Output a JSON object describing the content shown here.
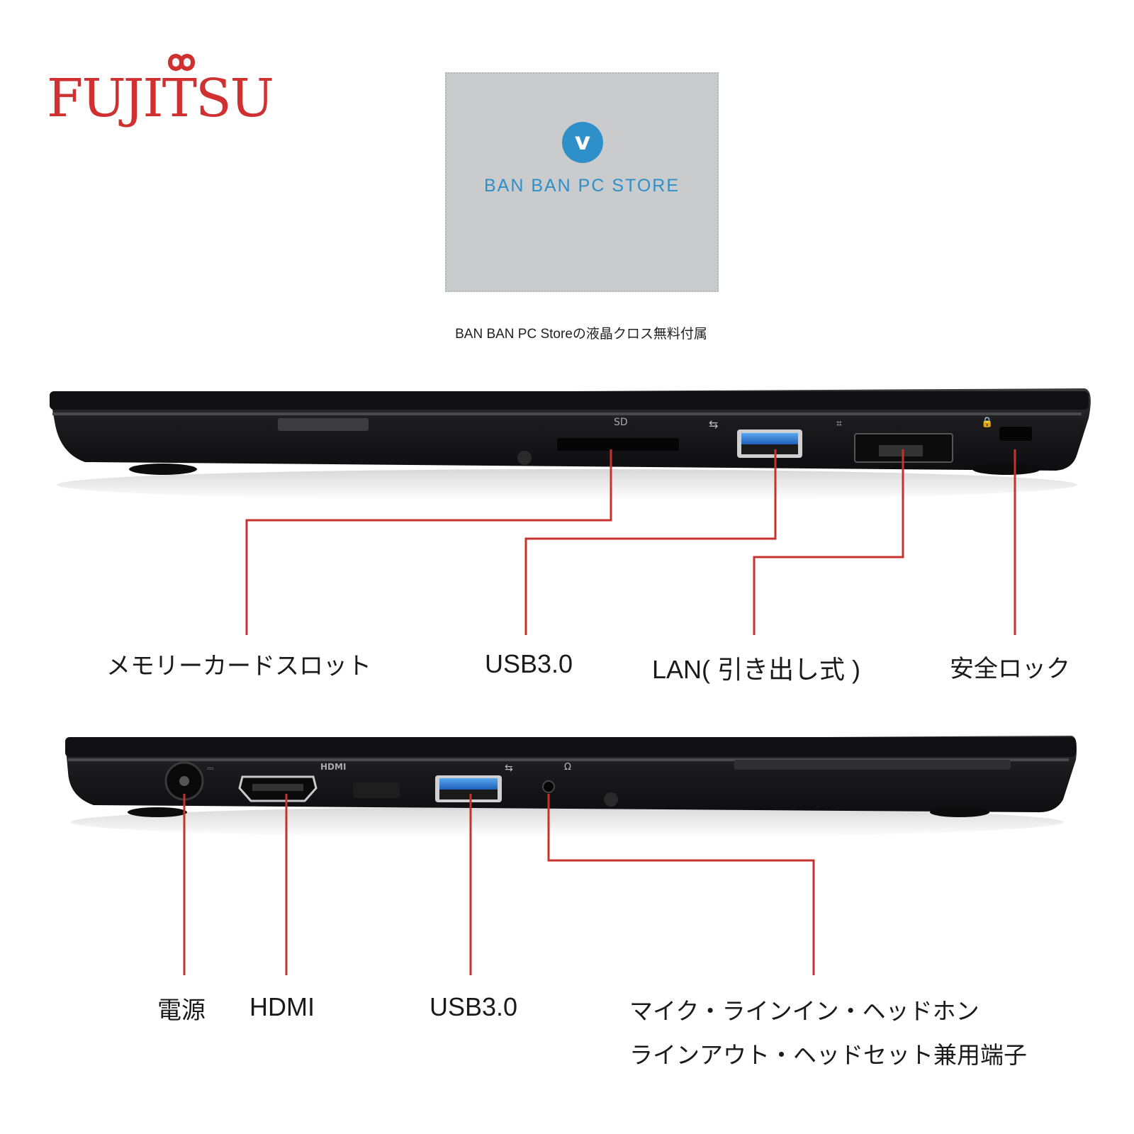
{
  "brand": {
    "logo_text": "FUJITSU"
  },
  "cloth": {
    "badge_letter": "v",
    "store_name": "BAN BAN PC STORE",
    "caption": "BAN BAN PC Storeの液晶クロス無料付属"
  },
  "right_side_labels": {
    "memory_card": "メモリーカードスロット",
    "usb": "USB3.0",
    "lan": "LAN( 引き出し式 )",
    "lock": "安全ロック"
  },
  "left_side_labels": {
    "power": "電源",
    "hdmi": "HDMI",
    "usb": "USB3.0",
    "audio_line1": "マイク・ラインイン・ヘッドホン",
    "audio_line2": "ラインアウト・ヘッドセット兼用端子"
  },
  "port_marks": {
    "hdmi_mark": "HDMI"
  },
  "colors": {
    "accent_red": "#d03030",
    "callout_red": "#c8322e",
    "laptop_body": "#1c1c1e",
    "store_blue": "#2f8fc8"
  }
}
